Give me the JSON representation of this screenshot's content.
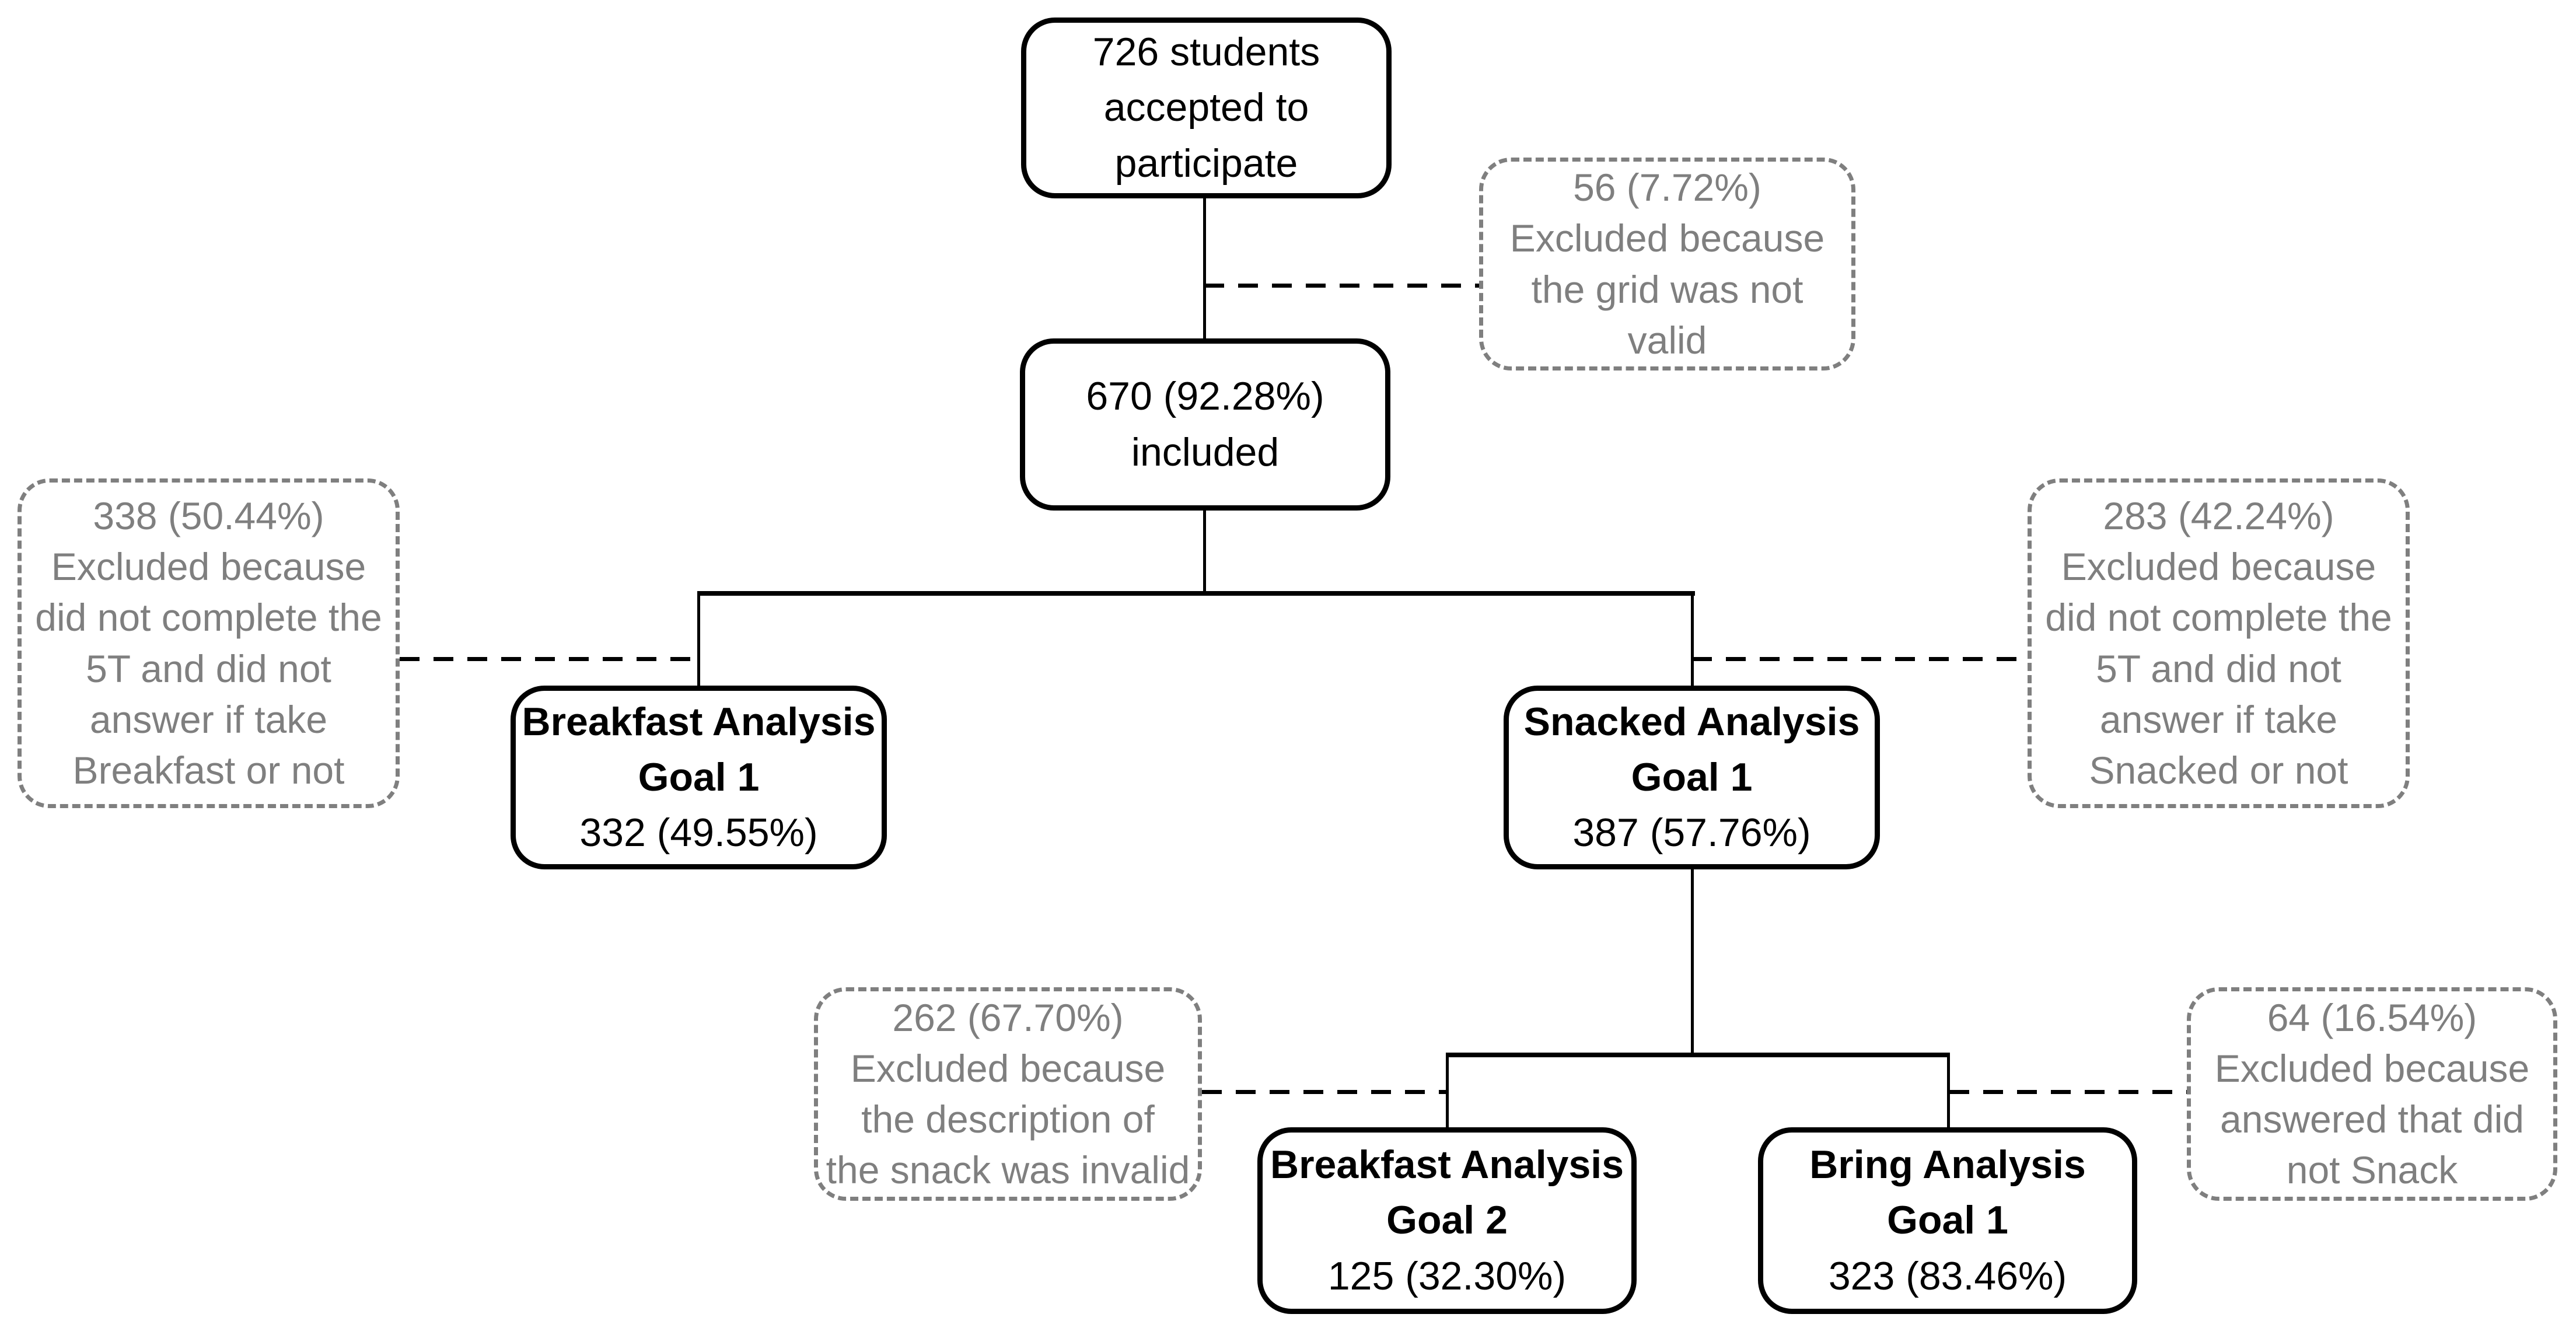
{
  "diagram_type": "participant-flow-chart",
  "colors": {
    "background": "#ffffff",
    "node_border": "#000000",
    "node_text": "#000000",
    "excluded_border": "#7f7f7f",
    "excluded_text": "#7f7f7f",
    "connector": "#000000"
  },
  "nodes": {
    "accepted": {
      "lines": [
        "726 students",
        "accepted to",
        "participate"
      ]
    },
    "included": {
      "lines": [
        "670 (92.28%)",
        "included"
      ]
    },
    "breakfast_goal1": {
      "title_lines": [
        "Breakfast Analysis",
        "Goal 1"
      ],
      "value": "332 (49.55%)"
    },
    "snacked_goal1": {
      "title_lines": [
        "Snacked Analysis",
        "Goal 1"
      ],
      "value": "387 (57.76%)"
    },
    "breakfast_goal2": {
      "title_lines": [
        "Breakfast Analysis",
        "Goal 2"
      ],
      "value": "125 (32.30%)"
    },
    "bring_goal1": {
      "title_lines": [
        "Bring Analysis",
        "Goal 1"
      ],
      "value": "323 (83.46%)"
    }
  },
  "exclusions": {
    "grid_invalid": {
      "lines": [
        "56 (7.72%)",
        "Excluded because",
        "the grid was not",
        "valid"
      ]
    },
    "breakfast_not_answered": {
      "lines": [
        "338 (50.44%)",
        "Excluded because",
        "did not complete the",
        "5T and did not",
        "answer if take",
        "Breakfast or not"
      ]
    },
    "snacked_not_answered": {
      "lines": [
        "283 (42.24%)",
        "Excluded because",
        "did not complete the",
        "5T and did not",
        "answer if take",
        "Snacked or not"
      ]
    },
    "snack_description_invalid": {
      "lines": [
        "262 (67.70%)",
        "Excluded because",
        "the description of",
        "the snack was invalid"
      ]
    },
    "did_not_snack": {
      "lines": [
        "64 (16.54%)",
        "Excluded because",
        "answered that did",
        "not Snack"
      ]
    }
  }
}
